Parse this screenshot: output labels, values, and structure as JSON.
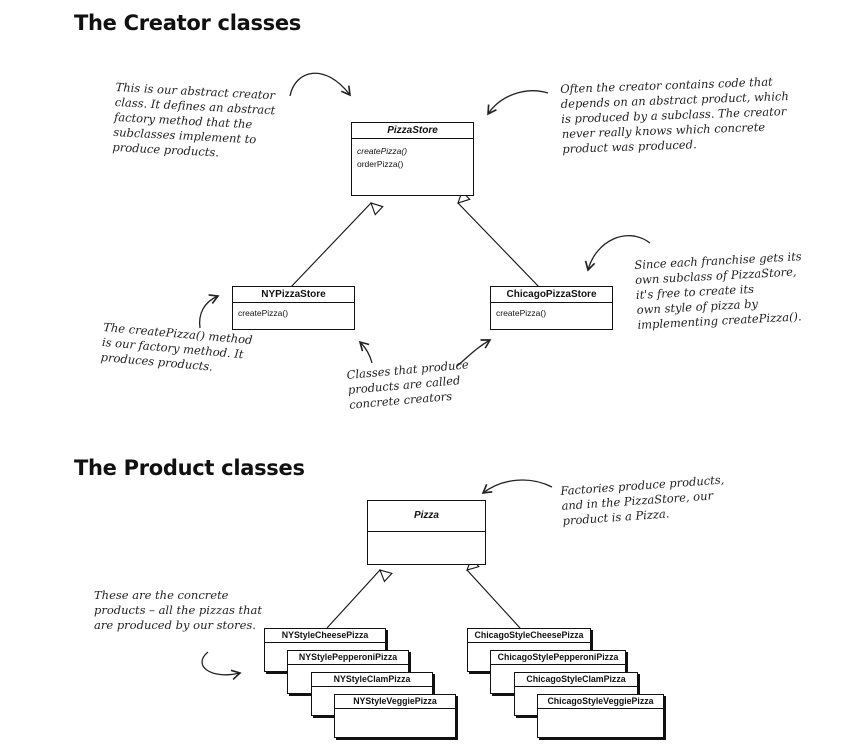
{
  "headings": {
    "creator": "The Creator classes",
    "product": "The Product classes"
  },
  "notes": {
    "abstract_creator": [
      "This is our abstract creator",
      "class.  It defines an abstract",
      "factory method that the",
      "subclasses implement to",
      "produce products."
    ],
    "creator_contains": [
      "Often the creator contains code that",
      "depends on an abstract product, which",
      "is produced by a subclass.  The creator",
      "never really knows which concrete",
      "product was produced."
    ],
    "franchise": [
      "Since each franchise gets its",
      "own subclass of PizzaStore,",
      "it's free to create its",
      "own style of pizza by",
      "implementing createPizza()."
    ],
    "factory_method": [
      "The createPizza() method",
      "is our factory method.  It",
      "produces products."
    ],
    "concrete_creators": [
      "Classes that produce",
      "products are called",
      "concrete creators"
    ],
    "factories_produce": [
      "Factories produce products,",
      "and in the PizzaStore, our",
      "product is a Pizza."
    ],
    "concrete_products": [
      "These are the concrete",
      "products – all the pizzas that",
      "are produced by our stores."
    ]
  },
  "classes": {
    "pizza_store": {
      "name": "PizzaStore",
      "methods": [
        "createPizza()",
        "orderPizza()"
      ]
    },
    "ny_pizza_store": {
      "name": "NYPizzaStore",
      "methods": [
        "createPizza()"
      ]
    },
    "chicago_pizza_store": {
      "name": "ChicagoPizzaStore",
      "methods": [
        "createPizza()"
      ]
    },
    "pizza": {
      "name": "Pizza"
    }
  },
  "products": {
    "ny": [
      "NYStyleCheesePizza",
      "NYStylePepperoniPizza",
      "NYStyleClamPizza",
      "NYStyleVeggiePizza"
    ],
    "chicago": [
      "ChicagoStyleCheesePizza",
      "ChicagoStylePepperoniPizza",
      "ChicagoStyleClamPizza",
      "ChicagoStyleVeggiePizza"
    ]
  }
}
